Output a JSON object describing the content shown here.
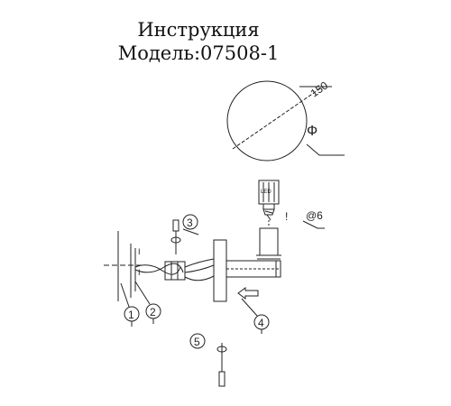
{
  "header": {
    "title": "Инструкция",
    "model_line": "Модель:07508-1"
  },
  "dimensions": {
    "shade_size": "150",
    "diameter_symbol": "Ф",
    "hole_label": "@6",
    "exclamation": "!"
  },
  "callouts": [
    "1",
    "2",
    "3",
    "4",
    "5"
  ],
  "marks": {
    "tick": "I",
    "bulb_mark": "LED"
  }
}
